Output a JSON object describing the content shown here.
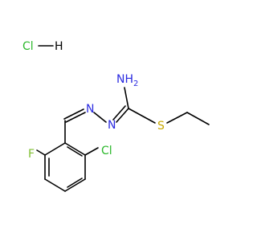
{
  "structure": {
    "salt": {
      "cl_label": "Cl",
      "h_label": "H",
      "color": "#2bb82b"
    },
    "atoms": {
      "amine": {
        "label": "NH",
        "subscript": "2",
        "color": "#2a2ae0"
      },
      "n_hydrazone_left": {
        "label": "N",
        "color": "#2a2ae0"
      },
      "n_hydrazone_right": {
        "label": "N",
        "color": "#2a2ae0"
      },
      "sulfur": {
        "label": "S",
        "color": "#c8a800"
      },
      "fluorine": {
        "label": "F",
        "color": "#7fbf30"
      },
      "chlorine_ring": {
        "label": "Cl",
        "color": "#2bb82b"
      }
    },
    "bond_color": "#000000"
  }
}
